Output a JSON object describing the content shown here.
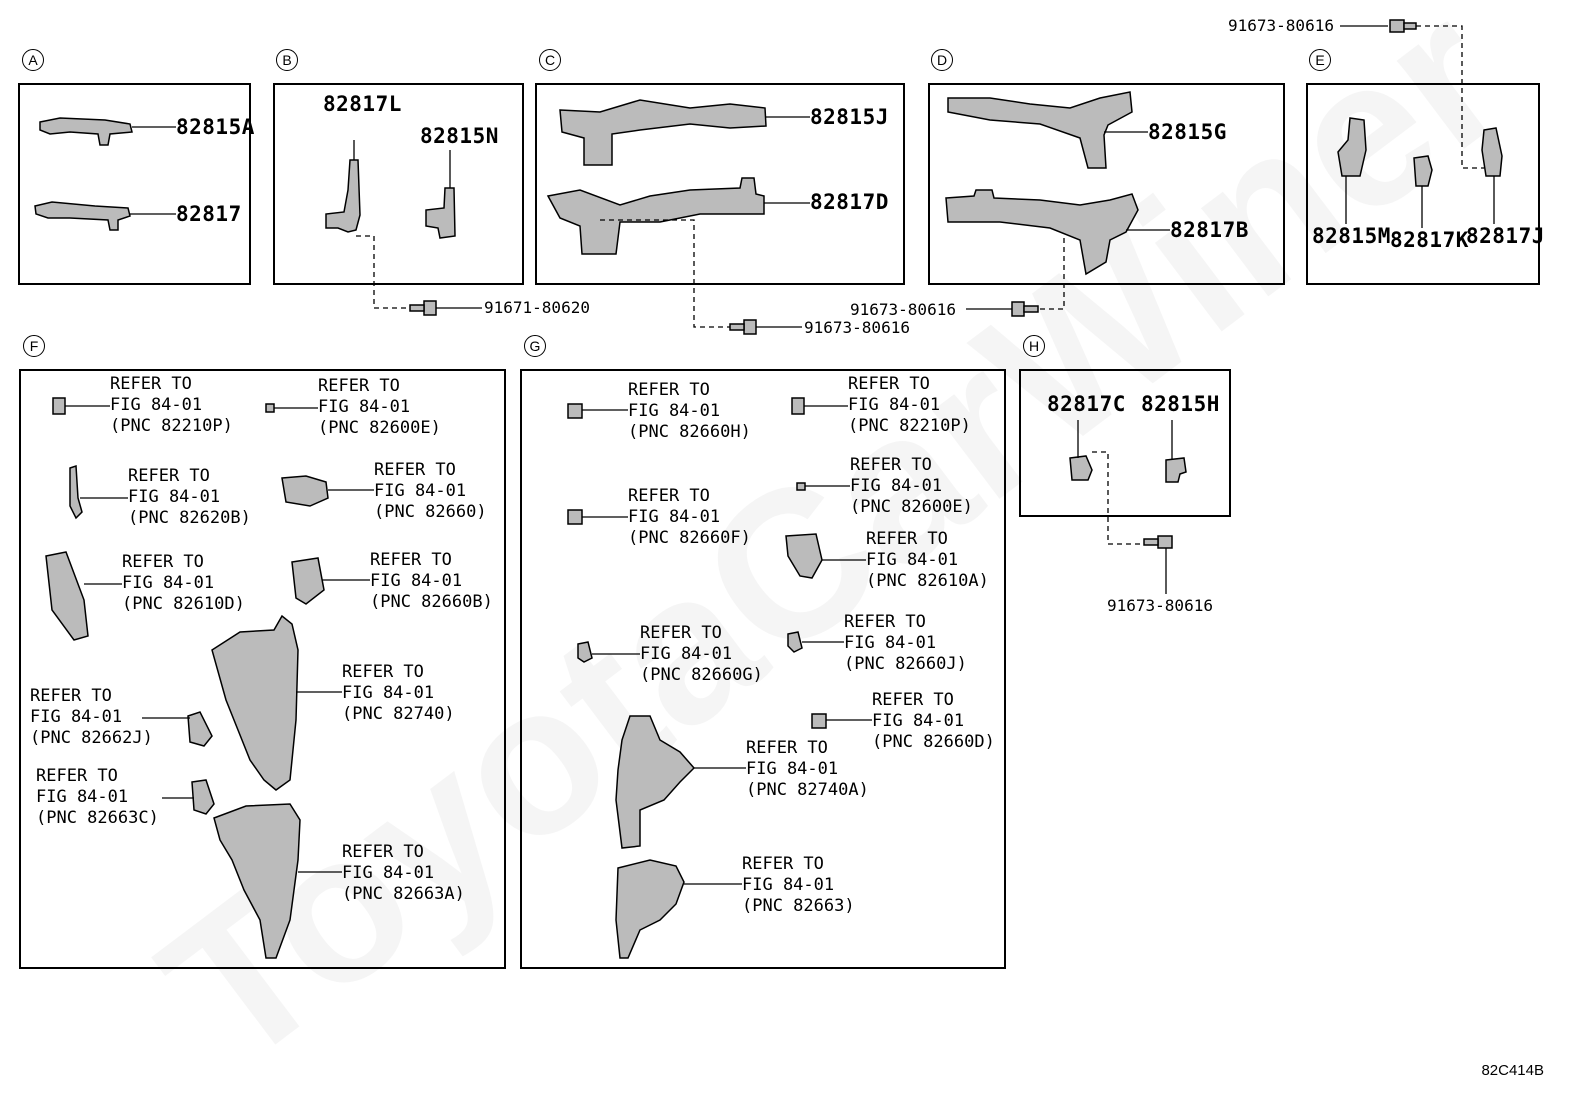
{
  "sections": {
    "A": {
      "label": "A",
      "parts": [
        "82815A",
        "82817"
      ]
    },
    "B": {
      "label": "B",
      "parts": [
        "82817L",
        "82815N"
      ]
    },
    "C": {
      "label": "C",
      "parts": [
        "82815J",
        "82817D"
      ]
    },
    "D": {
      "label": "D",
      "parts": [
        "82815G",
        "82817B"
      ]
    },
    "E": {
      "label": "E",
      "parts": [
        "82815M",
        "82817K",
        "82817J"
      ]
    },
    "F": {
      "label": "F"
    },
    "G": {
      "label": "G"
    },
    "H": {
      "label": "H",
      "parts": [
        "82817C",
        "82815H"
      ]
    }
  },
  "bolts": {
    "top_right": "91673-80616",
    "b": "91671-80620",
    "c": "91673-80616",
    "d": "91673-80616",
    "h": "91673-80616"
  },
  "refs": {
    "line1": "REFER TO",
    "line2": "FIG 84-01",
    "F": [
      "(PNC 82210P)",
      "(PNC 82600E)",
      "(PNC 82620B)",
      "(PNC 82660)",
      "(PNC 82610D)",
      "(PNC 82660B)",
      "(PNC 82740)",
      "(PNC 82662J)",
      "(PNC 82663C)",
      "(PNC 82663A)"
    ],
    "G": [
      "(PNC 82660H)",
      "(PNC 82210P)",
      "(PNC 82600E)",
      "(PNC 82660F)",
      "(PNC 82610A)",
      "(PNC 82660G)",
      "(PNC 82660J)",
      "(PNC 82660D)",
      "(PNC 82740A)",
      "(PNC 82663)"
    ]
  },
  "diagram_code": "82C414B",
  "watermark": "ToyotaCarWiner"
}
